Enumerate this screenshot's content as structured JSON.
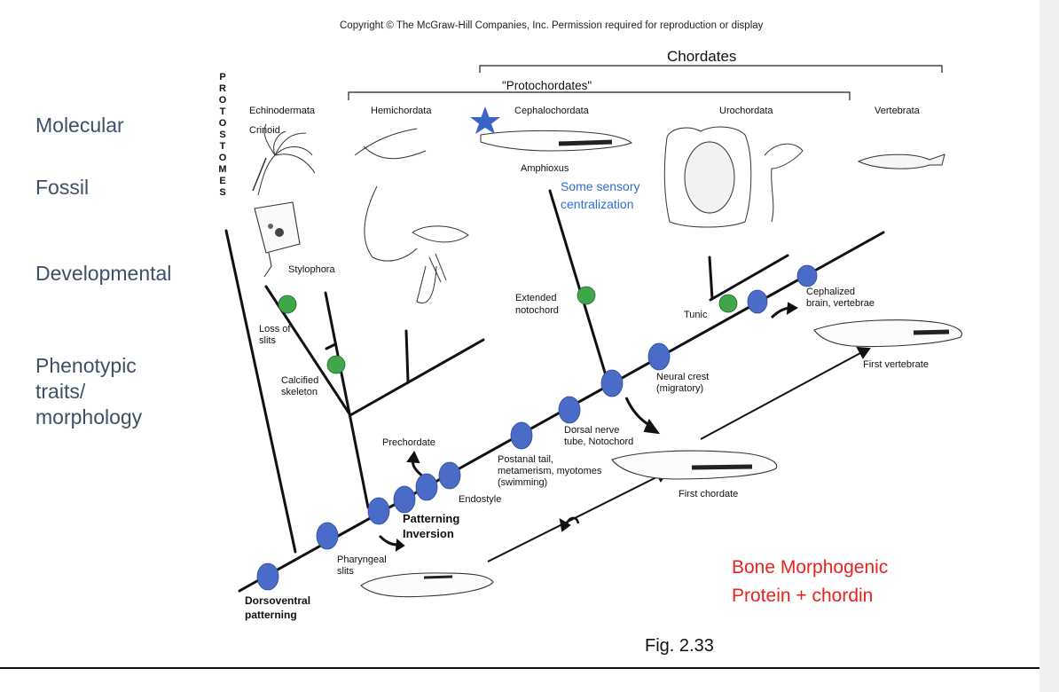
{
  "copyright": "Copyright © The McGraw-Hill Companies, Inc. Permission required for reproduction or display",
  "side_labels": [
    "Molecular",
    "Fossil",
    "Developmental",
    "Phenotypic traits/ morphology"
  ],
  "groups": {
    "chordates": "Chordates",
    "protochordates": "\"Protochordates\""
  },
  "protostomes": "PROTOSTOMES",
  "taxa": {
    "echinodermata": "Echinodermata",
    "hemichordata": "Hemichordata",
    "cephalochordata": "Cephalochordata",
    "urochordata": "Urochordata",
    "vertebrata": "Vertebrata"
  },
  "organisms": {
    "crinoid": "Crinoid",
    "stylophora": "Stylophora",
    "amphioxus": "Amphioxus",
    "prechordate": "Prechordate",
    "first_chordate": "First chordate",
    "first_vertebrate": "First vertebrate"
  },
  "traits": {
    "loss_of_slits": [
      "Loss of",
      "slits"
    ],
    "calcified_skeleton": [
      "Calcified",
      "skeleton"
    ],
    "extended_notochord": [
      "Extended",
      "notochord"
    ],
    "tunic": "Tunic",
    "cephalized": [
      "Cephalized",
      "brain, vertebrae"
    ],
    "neural_crest": [
      "Neural crest",
      "(migratory)"
    ],
    "dorsal_nerve": [
      "Dorsal nerve",
      "tube, Notochord"
    ],
    "postanal": [
      "Postanal tail,",
      "metamerism, myotomes",
      "(swimming)"
    ],
    "endostyle": "Endostyle",
    "patterning": [
      "Patterning",
      "Inversion"
    ],
    "pharyngeal": [
      "Pharyngeal",
      "slits"
    ],
    "dorsoventral": [
      "Dorsoventral",
      "patterning"
    ]
  },
  "annotations": {
    "sensory": [
      "Some sensory",
      "centralization"
    ],
    "bmp": [
      "Bone Morphogenic",
      "Protein + chordin"
    ]
  },
  "figure_label": "Fig. 2.33",
  "colors": {
    "dot_blue": "#4a6cc8",
    "dot_green": "#3fa64a",
    "star_blue": "#3c64c8",
    "accent_red": "#e8221c",
    "note_blue": "#2a6fd1",
    "side_label": "#3d5068"
  },
  "icons": [
    "star-icon",
    "crinoid-drawing",
    "stylophora-drawing",
    "acorn-worm-drawing",
    "amphioxus-drawing",
    "tunicate-drawing",
    "vertebrate-fish-drawing",
    "prechordate-larva-drawing",
    "first-chordate-drawing",
    "first-vertebrate-drawing"
  ]
}
